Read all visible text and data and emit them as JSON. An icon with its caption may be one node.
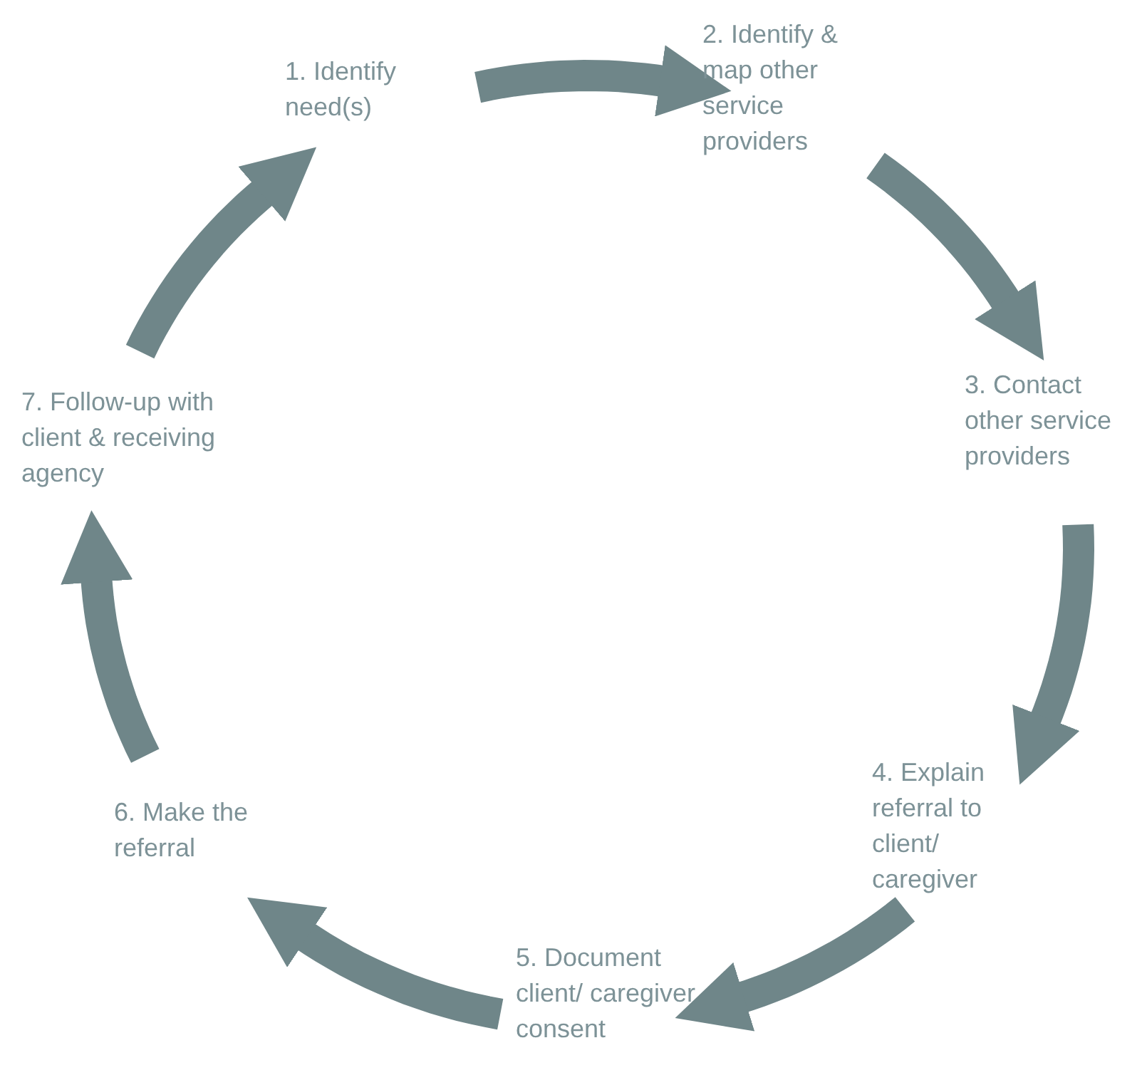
{
  "diagram": {
    "nodes": [
      {
        "text": [
          "1. Identify need(s)"
        ]
      },
      {
        "text": [
          "2. Identify & map other service providers"
        ]
      },
      {
        "text": [
          "3. Contact other service providers"
        ]
      },
      {
        "text": [
          "4. Explain referral to client/ caregiver"
        ]
      },
      {
        "text": [
          "5. Document client/ caregiver consent"
        ]
      },
      {
        "text": [
          "6. Make the referral"
        ]
      },
      {
        "text": [
          "7. Follow-up with client & receiving agency"
        ]
      }
    ],
    "edges": [
      {
        "from": 0,
        "to": 1,
        "arrow": "to"
      },
      {
        "from": 1,
        "to": 2,
        "arrow": "to"
      },
      {
        "from": 2,
        "to": 3,
        "arrow": "to"
      },
      {
        "from": 3,
        "to": 4,
        "arrow": "to"
      },
      {
        "from": 4,
        "to": 5,
        "arrow": "to"
      },
      {
        "from": 5,
        "to": 6,
        "arrow": "to"
      },
      {
        "from": 6,
        "to": 0,
        "arrow": "to"
      }
    ]
  }
}
